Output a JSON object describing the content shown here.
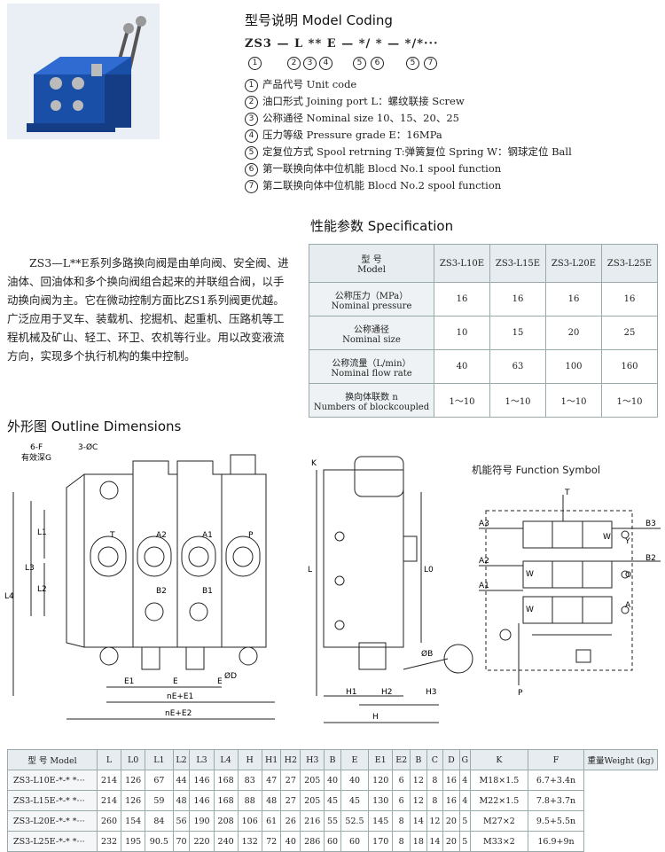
{
  "model_coding": {
    "title": "型号说明  Model Coding",
    "code_line": "ZS3 — L ** E — */ * — */*···",
    "code_numbers": [
      "1",
      "2",
      "3",
      "4",
      "5",
      "6",
      "5",
      "7"
    ],
    "items": [
      {
        "num": "1",
        "text": "产品代号 Unit code"
      },
      {
        "num": "2",
        "text": "油口形式 Joining port    L：螺纹联接 Screw"
      },
      {
        "num": "3",
        "text": "公称通径  Nominal size   10、15、20、25"
      },
      {
        "num": "4",
        "text": "压力等级 Pressure grade  E：16MPa"
      },
      {
        "num": "5",
        "text": "定复位方式  Spool retrning T:弹簧复位 Spring  W：钢球定位 Ball"
      },
      {
        "num": "6",
        "text": "第一联换向体中位机能  Blocd No.1 spool function"
      },
      {
        "num": "7",
        "text": "第二联换向体中位机能  Blocd No.2 spool function"
      }
    ]
  },
  "description": "ZS3—L**E系列多路换向阀是由单向阀、安全阀、进油体、回油体和多个换向阀组合起来的并联组合阀，以手动换向阀为主。它在微动控制方面比ZS1系列阀更优越。广泛应用于叉车、装载机、挖掘机、起重机、压路机等工程机械及矿山、轻工、环卫、农机等行业。用以改变液流方向，实现多个执行机构的集中控制。",
  "specification": {
    "title": "性能参数  Specification",
    "header_label": "型      号",
    "header_label_en": "Model",
    "models": [
      "ZS3-L10E",
      "ZS3-L15E",
      "ZS3-L20E",
      "ZS3-L25E"
    ],
    "rows": [
      {
        "cn": "公称压力（MPa）",
        "en": "Nominal pressure",
        "values": [
          "16",
          "16",
          "16",
          "16"
        ]
      },
      {
        "cn": "公称通径",
        "en": "Nominal size",
        "values": [
          "10",
          "15",
          "20",
          "25"
        ]
      },
      {
        "cn": "公称流量（L/min）",
        "en": "Nominal flow rate",
        "values": [
          "40",
          "63",
          "100",
          "160"
        ]
      },
      {
        "cn": "换向体联数 n",
        "en": "Numbers of blockcoupled",
        "values": [
          "1～10",
          "1～10",
          "1～10",
          "1～10"
        ]
      }
    ]
  },
  "outline": {
    "title": "外形图  Outline Dimensions",
    "labels": {
      "f6": "6-F",
      "depth": "有效深G",
      "c3": "3-ØC",
      "T": "T",
      "A2": "A2",
      "A1": "A1",
      "P": "P",
      "B2": "B2",
      "B1": "B1",
      "L1": "L1",
      "L2": "L2",
      "L3": "L3",
      "L4": "L4",
      "L": "L",
      "L0": "L0",
      "K": "K",
      "D": "ØD",
      "B": "ØB",
      "E1": "E1",
      "E": "E",
      "nEE1": "nE+E1",
      "nEE2": "nE+E2",
      "H1": "H1",
      "H2": "H2",
      "H3": "H3",
      "H": "H"
    }
  },
  "function_symbol": {
    "title": "机能符号    Function Symbol",
    "labels": {
      "T": "T",
      "A3": "A3",
      "B3": "B3",
      "A2": "A2",
      "B2": "B2",
      "A1": "A1",
      "P": "P",
      "Y": "Y",
      "O": "O",
      "A": "A",
      "W1": "W",
      "W2": "W",
      "W3": "W"
    }
  },
  "dimensions_table": {
    "headers": [
      "型 号 Model",
      "L",
      "L0",
      "L1",
      "L2",
      "L3",
      "L4",
      "H",
      "H1",
      "H2",
      "H3",
      "B",
      "E",
      "E1",
      "E2",
      "B",
      "C",
      "D",
      "G",
      "K",
      "F",
      "重量Weight (kg)"
    ],
    "rows": [
      [
        "ZS3-L10E-*-* *···",
        "214",
        "126",
        "67",
        "44",
        "146",
        "168",
        "83",
        "47",
        "27",
        "205",
        "40",
        "40",
        "120",
        "6",
        "12",
        "8",
        "16",
        "4",
        "M18×1.5",
        "6.7+3.4n"
      ],
      [
        "ZS3-L15E-*-* *···",
        "214",
        "126",
        "59",
        "48",
        "146",
        "168",
        "88",
        "48",
        "27",
        "205",
        "45",
        "45",
        "130",
        "6",
        "12",
        "8",
        "16",
        "4",
        "M22×1.5",
        "7.8+3.7n"
      ],
      [
        "ZS3-L20E-*-* *···",
        "260",
        "154",
        "84",
        "56",
        "190",
        "208",
        "106",
        "61",
        "26",
        "216",
        "55",
        "52.5",
        "145",
        "8",
        "14",
        "12",
        "20",
        "5",
        "M27×2",
        "9.5+5.5n"
      ],
      [
        "ZS3-L25E-*-* *···",
        "232",
        "195",
        "90.5",
        "70",
        "220",
        "240",
        "132",
        "72",
        "40",
        "286",
        "60",
        "60",
        "170",
        "8",
        "18",
        "14",
        "20",
        "5",
        "M33×2",
        "16.9+9n"
      ]
    ]
  }
}
